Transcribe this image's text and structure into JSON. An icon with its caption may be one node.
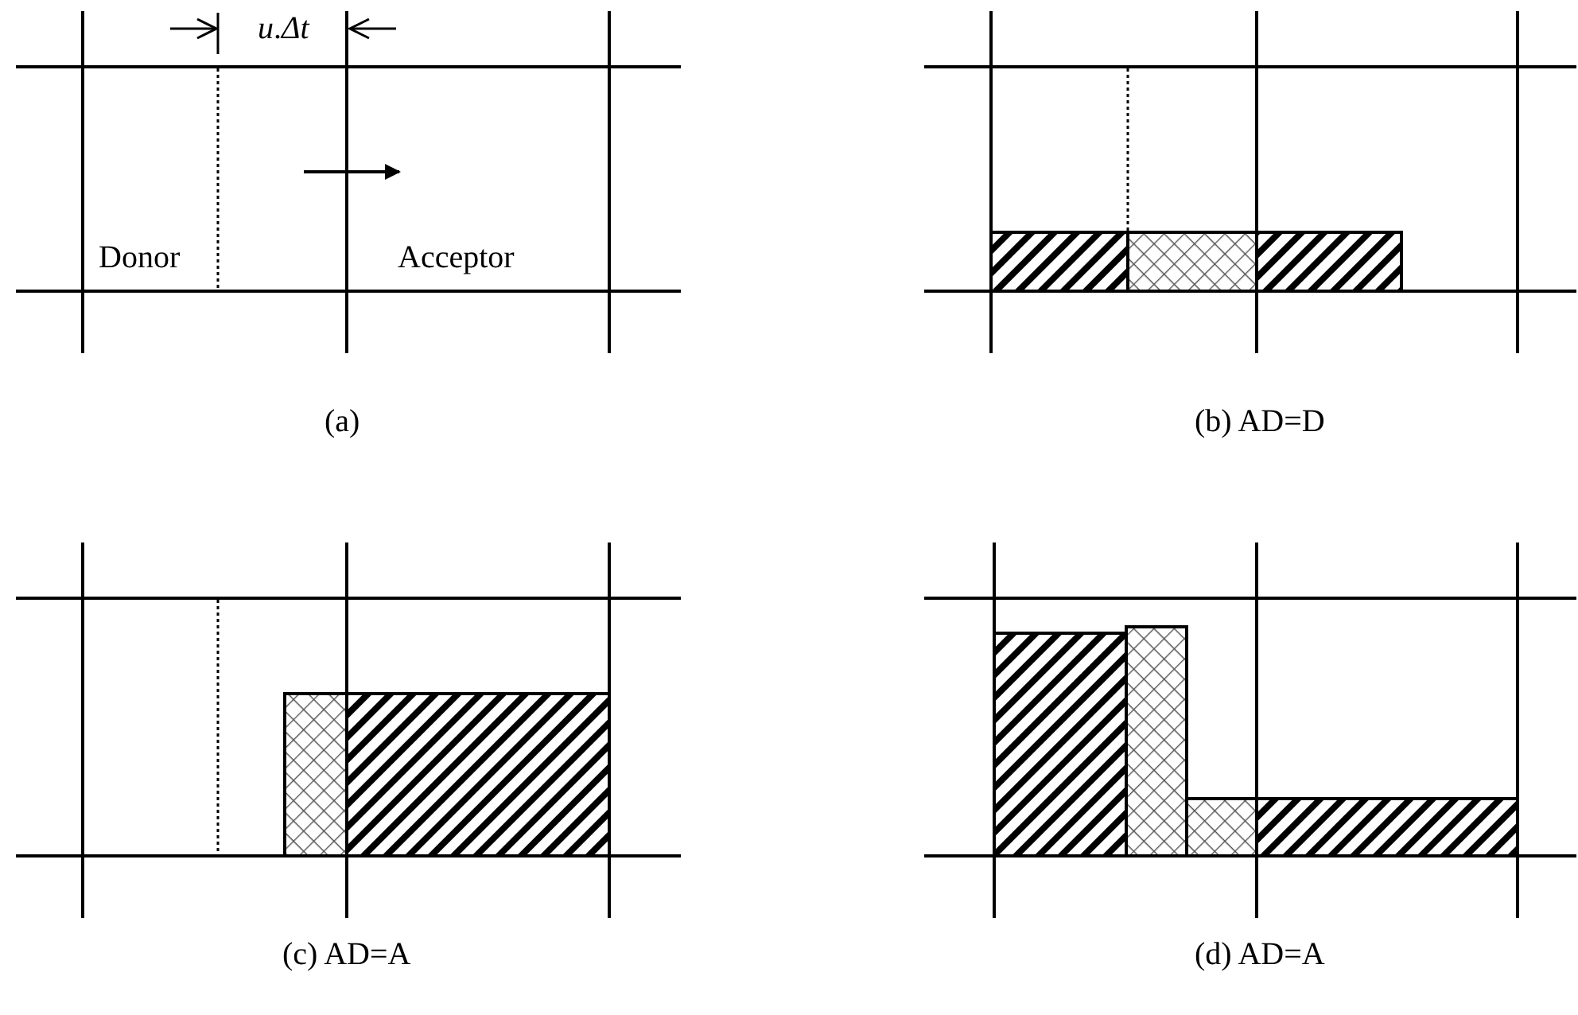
{
  "diagram": {
    "labels": [
      "*u*.*Δt*",
      "Donor",
      "Acceptor",
      "(a)",
      "(b) AD=D",
      "(c) AD=A",
      "(d) AD=A"
    ]
  }
}
